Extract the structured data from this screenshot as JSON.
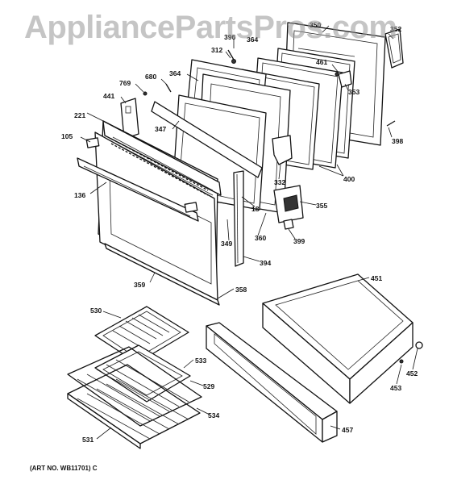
{
  "watermark": "AppliancePartsPros.com",
  "art_number": "(ART NO. WB11701) C",
  "callouts": [
    {
      "id": "350",
      "text": "350"
    },
    {
      "id": "352",
      "text": "352"
    },
    {
      "id": "396",
      "text": "396"
    },
    {
      "id": "312",
      "text": "312"
    },
    {
      "id": "364a",
      "text": "364"
    },
    {
      "id": "364b",
      "text": "364"
    },
    {
      "id": "461",
      "text": "461"
    },
    {
      "id": "353",
      "text": "353"
    },
    {
      "id": "680",
      "text": "680"
    },
    {
      "id": "769",
      "text": "769"
    },
    {
      "id": "441",
      "text": "441"
    },
    {
      "id": "347",
      "text": "347"
    },
    {
      "id": "398",
      "text": "398"
    },
    {
      "id": "221",
      "text": "221"
    },
    {
      "id": "105",
      "text": "105"
    },
    {
      "id": "332",
      "text": "332"
    },
    {
      "id": "400",
      "text": "400"
    },
    {
      "id": "136",
      "text": "136"
    },
    {
      "id": "18",
      "text": "18"
    },
    {
      "id": "355",
      "text": "355"
    },
    {
      "id": "349",
      "text": "349"
    },
    {
      "id": "360",
      "text": "360"
    },
    {
      "id": "399",
      "text": "399"
    },
    {
      "id": "394",
      "text": "394"
    },
    {
      "id": "451",
      "text": "451"
    },
    {
      "id": "359",
      "text": "359"
    },
    {
      "id": "358",
      "text": "358"
    },
    {
      "id": "530",
      "text": "530"
    },
    {
      "id": "533",
      "text": "533"
    },
    {
      "id": "452",
      "text": "452"
    },
    {
      "id": "529",
      "text": "529"
    },
    {
      "id": "453",
      "text": "453"
    },
    {
      "id": "534",
      "text": "534"
    },
    {
      "id": "457",
      "text": "457"
    },
    {
      "id": "531",
      "text": "531"
    }
  ]
}
